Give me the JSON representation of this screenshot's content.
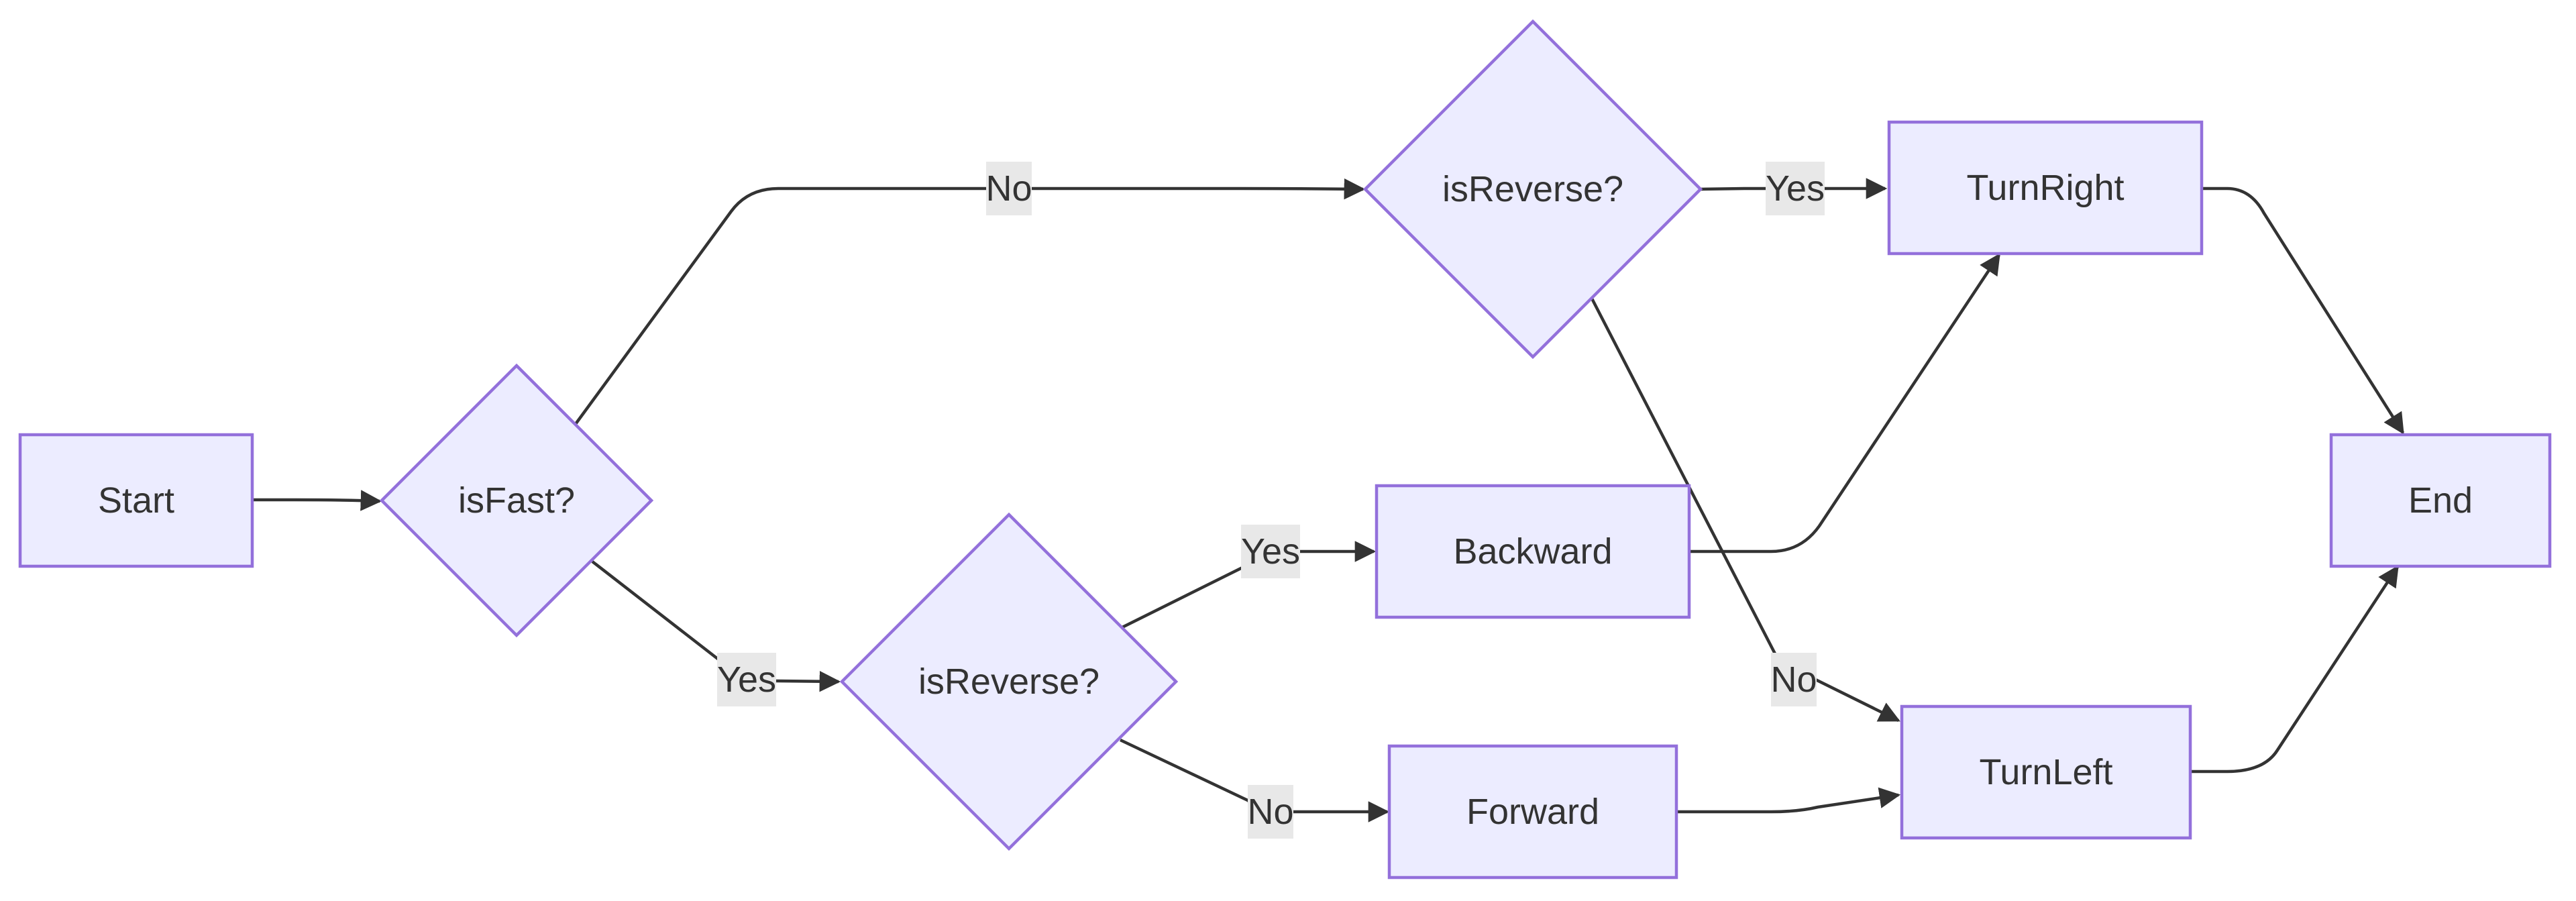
{
  "diagram": {
    "type": "flowchart",
    "colors": {
      "node_fill": "#ECECFF",
      "node_stroke": "#9370DB",
      "edge_stroke": "#333333",
      "edge_label_bg": "#E8E8E8",
      "text": "#333333",
      "background": "#FFFFFF"
    },
    "nodes": {
      "start": {
        "label": "Start",
        "shape": "rectangle"
      },
      "is_fast": {
        "label": "isFast?",
        "shape": "diamond"
      },
      "is_reverse_top": {
        "label": "isReverse?",
        "shape": "diamond"
      },
      "is_reverse_bottom": {
        "label": "isReverse?",
        "shape": "diamond"
      },
      "turn_right": {
        "label": "TurnRight",
        "shape": "rectangle"
      },
      "backward": {
        "label": "Backward",
        "shape": "rectangle"
      },
      "forward": {
        "label": "Forward",
        "shape": "rectangle"
      },
      "turn_left": {
        "label": "TurnLeft",
        "shape": "rectangle"
      },
      "end": {
        "label": "End",
        "shape": "rectangle"
      }
    },
    "edges": [
      {
        "from": "Start",
        "to": "isFast?",
        "label": ""
      },
      {
        "from": "isFast?",
        "to": "isReverse? (top)",
        "label": "No"
      },
      {
        "from": "isFast?",
        "to": "isReverse? (bottom)",
        "label": "Yes"
      },
      {
        "from": "isReverse? (top)",
        "to": "TurnRight",
        "label": "Yes"
      },
      {
        "from": "isReverse? (top)",
        "to": "TurnLeft",
        "label": "No"
      },
      {
        "from": "isReverse? (bottom)",
        "to": "Backward",
        "label": "Yes"
      },
      {
        "from": "isReverse? (bottom)",
        "to": "Forward",
        "label": "No"
      },
      {
        "from": "Backward",
        "to": "TurnRight",
        "label": ""
      },
      {
        "from": "Forward",
        "to": "TurnLeft",
        "label": ""
      },
      {
        "from": "TurnRight",
        "to": "End",
        "label": ""
      },
      {
        "from": "TurnLeft",
        "to": "End",
        "label": ""
      }
    ],
    "edge_labels": {
      "fast_no": "No",
      "fast_yes": "Yes",
      "rev_top_yes": "Yes",
      "rev_top_no": "No",
      "rev_bottom_yes": "Yes",
      "rev_bottom_no": "No"
    }
  }
}
